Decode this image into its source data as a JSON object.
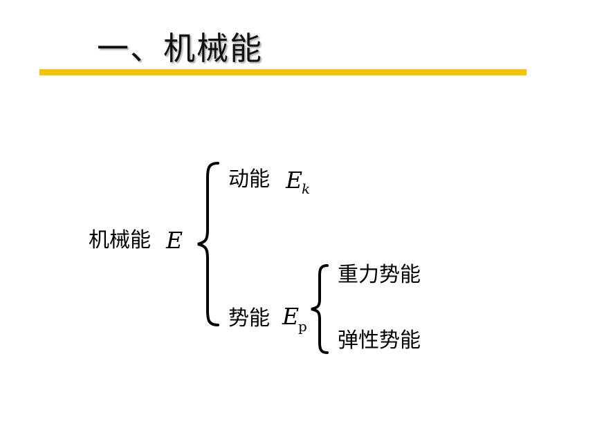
{
  "title": "一、机械能",
  "accent_color": "#f5c300",
  "diagram": {
    "root": {
      "label": "机械能",
      "symbol": "E"
    },
    "kinetic": {
      "label": "动能",
      "symbol": "E",
      "subscript": "k"
    },
    "potential": {
      "label": "势能",
      "symbol": "E",
      "subscript": "p",
      "types": [
        "重力势能",
        "弹性势能"
      ]
    }
  }
}
